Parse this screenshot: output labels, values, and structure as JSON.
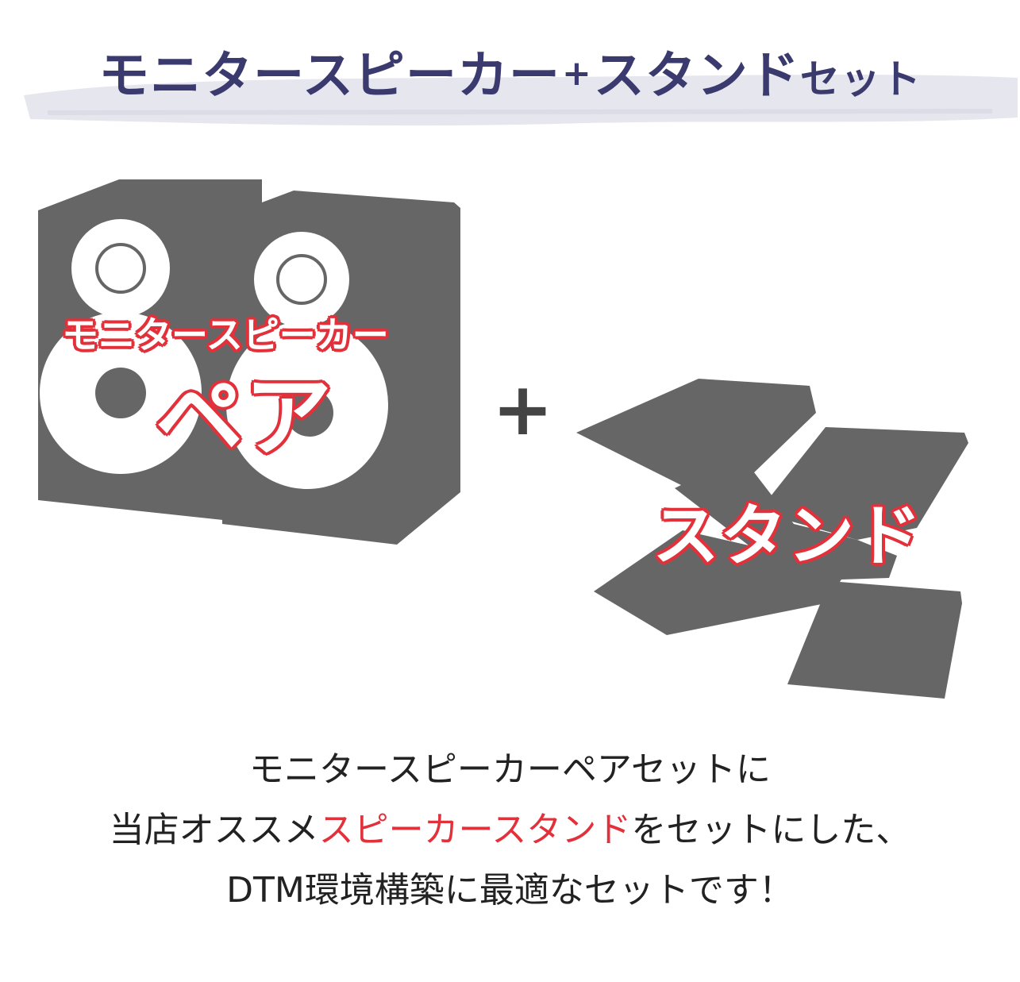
{
  "title": {
    "part1": "モニタースピーカー",
    "plus": "+",
    "part2": "スタンド",
    "part3": "セット"
  },
  "speaker_label": {
    "line1": "モニタースピーカー",
    "line2": "ペア"
  },
  "plus_sign": "+",
  "stand_label": "スタンド",
  "description": {
    "line1": "モニタースピーカーペアセットに",
    "line2_prefix": "当店オススメ",
    "line2_highlight": "スピーカースタンド",
    "line2_suffix": "をセットにした、",
    "line3": "DTM環境構築に最適なセットです！"
  },
  "colors": {
    "title": "#3b3a6e",
    "brush": "#e6e6ee",
    "accent_red": "#e2313a",
    "object_gray": "#666666"
  },
  "icons": [
    "brush-stroke",
    "speaker-pair-icon",
    "speaker-stand-icon",
    "plus-icon"
  ]
}
